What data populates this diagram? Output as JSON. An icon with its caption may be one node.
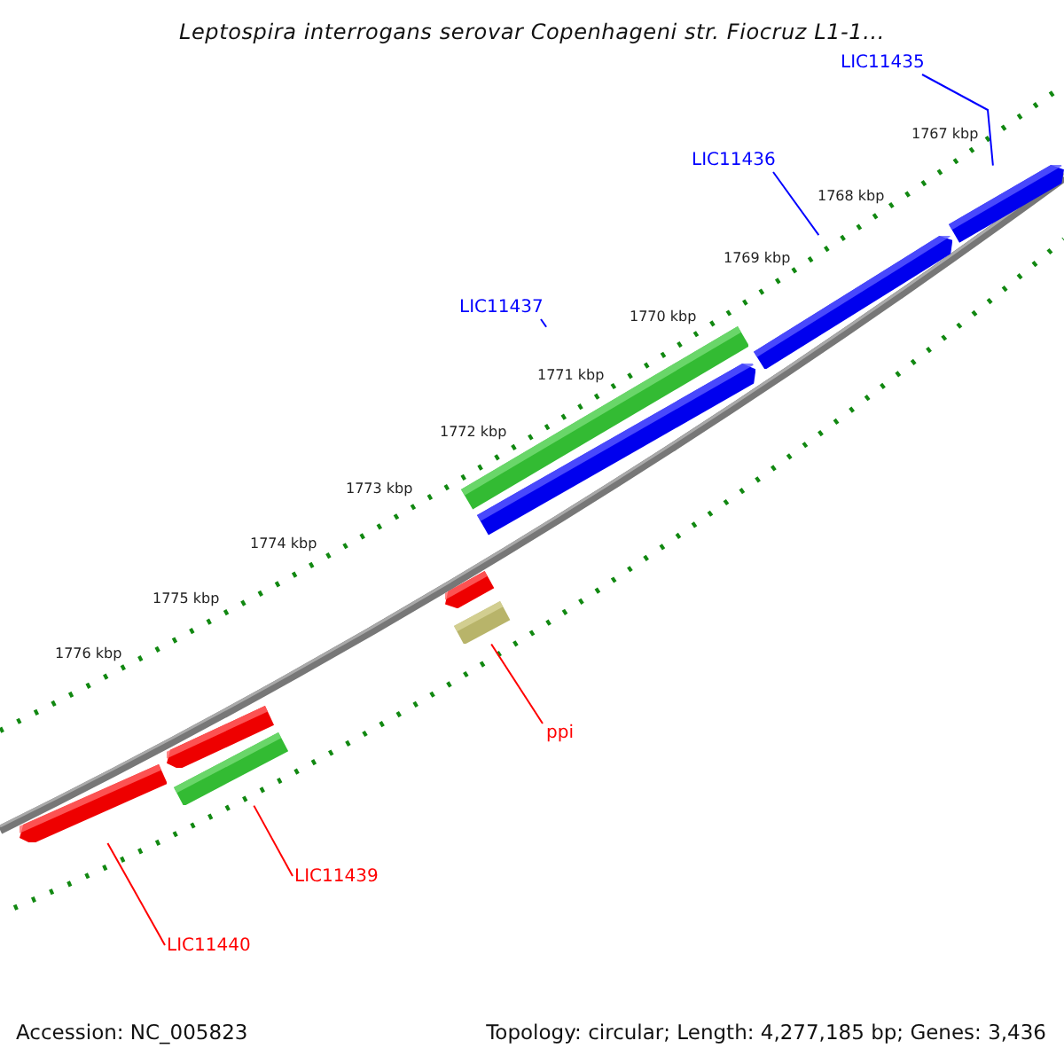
{
  "diagram": {
    "title": "Leptospira interrogans serovar Copenhageni str. Fiocruz L1-1...",
    "nodes": [
      {
        "text": [
          "LIC11435"
        ]
      },
      {
        "text": [
          "LIC11436"
        ]
      },
      {
        "text": [
          "LIC11437"
        ]
      },
      {
        "text": [
          "ppi"
        ]
      },
      {
        "text": [
          "LIC11439"
        ]
      },
      {
        "text": [
          "LIC11440"
        ]
      },
      {
        "text": [],
        "shape": "bar"
      },
      {
        "text": [],
        "shape": "bar"
      },
      {
        "text": [],
        "shape": "bar"
      },
      {
        "text": [],
        "shape": "bar"
      },
      {
        "text": [],
        "shape": "bar"
      },
      {
        "text": [],
        "shape": "bar"
      },
      {
        "text": [],
        "shape": "bar"
      },
      {
        "text": [],
        "shape": "bar"
      },
      {
        "text": [],
        "shape": "bar"
      }
    ],
    "edges": [
      {
        "from": 0,
        "to": 6,
        "arrow": "none",
        "color": "#0000ff"
      },
      {
        "from": 1,
        "to": 7,
        "arrow": "none",
        "color": "#0000ff"
      },
      {
        "from": 2,
        "to": 9,
        "arrow": "none",
        "color": "#0000ff"
      },
      {
        "from": 3,
        "to": 11,
        "arrow": "none",
        "color": "#ff0000"
      },
      {
        "from": 4,
        "to": 13,
        "arrow": "none",
        "color": "#ff0000"
      },
      {
        "from": 5,
        "to": 14,
        "arrow": "none",
        "color": "#ff0000"
      }
    ],
    "labels": [
      "1767 kbp",
      "1768 kbp",
      "1769 kbp",
      "1770 kbp",
      "1771 kbp",
      "1772 kbp",
      "1773 kbp",
      "1774 kbp",
      "1775 kbp",
      "1776 kbp",
      "Accession: NC_005823",
      "Topology: circular; Length: 4,277,185 bp; Genes: 3,436"
    ]
  }
}
